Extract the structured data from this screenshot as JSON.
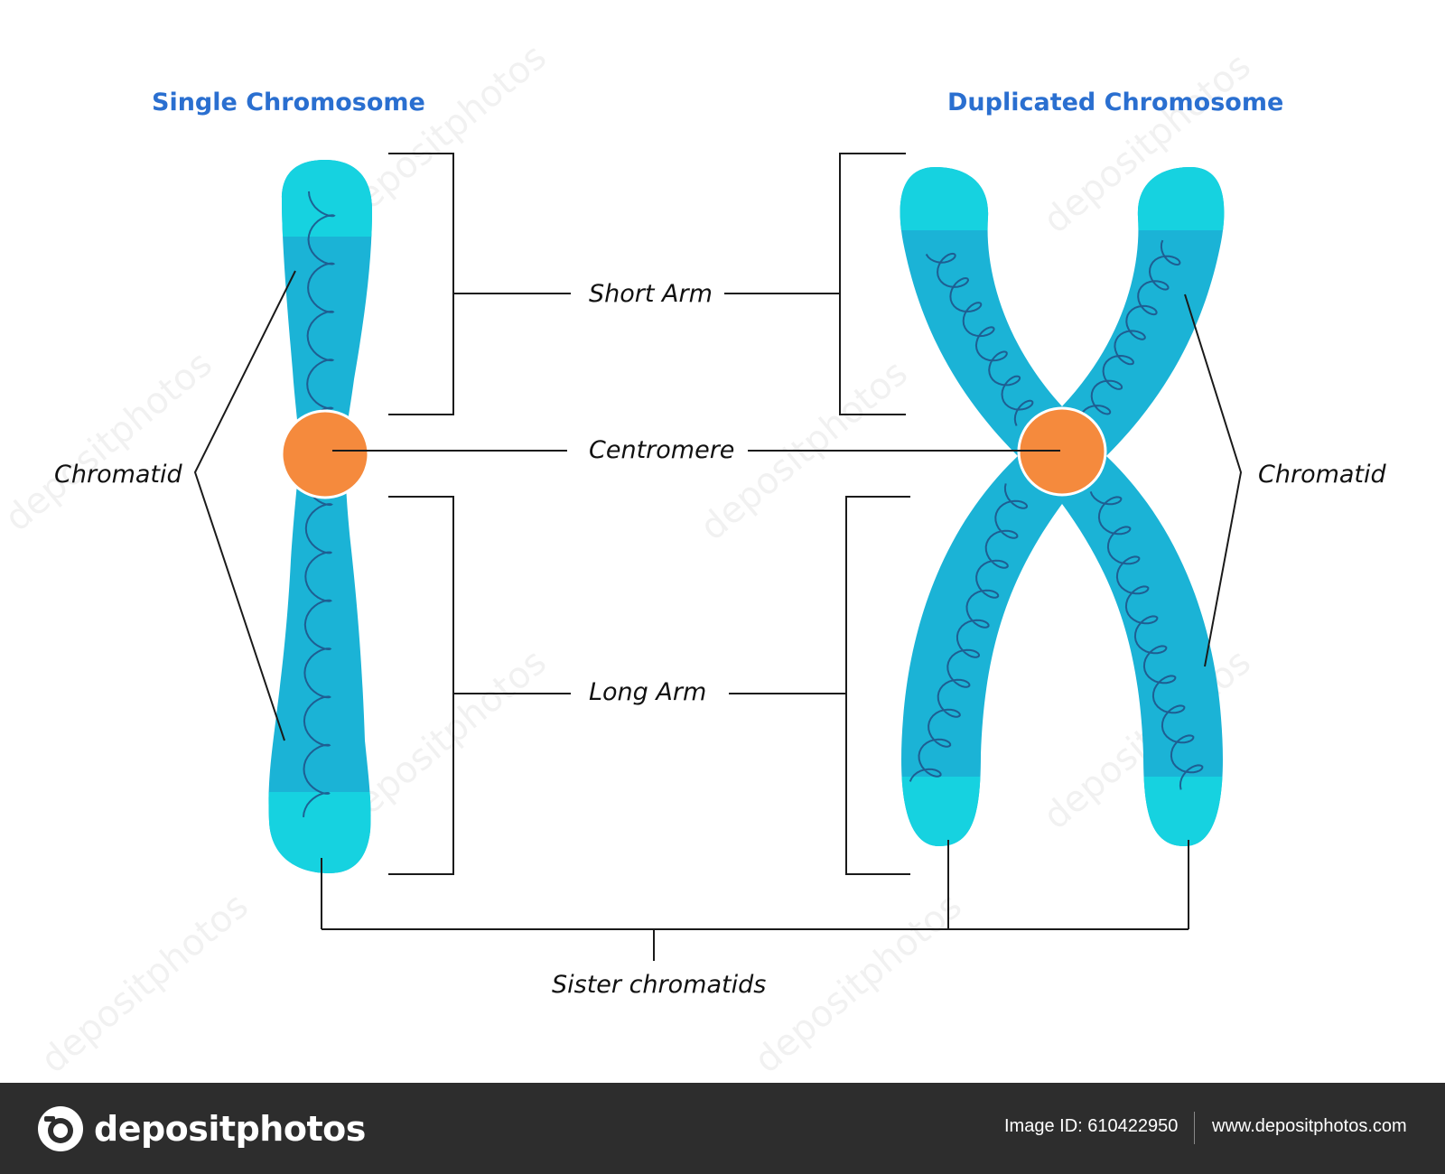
{
  "titles": {
    "single": "Single Chromosome",
    "duplicated": "Duplicated Chromosome"
  },
  "labels": {
    "short_arm": "Short Arm",
    "centromere": "Centromere",
    "long_arm": "Long Arm",
    "chromatid_left": "Chromatid",
    "chromatid_right": "Chromatid",
    "sister_chromatids": "Sister chromatids"
  },
  "watermark": "depositphotos",
  "colors": {
    "chromosome_body": "#1bb3d6",
    "chromosome_tip": "#16d2e0",
    "centromere": "#f58a3d",
    "title": "#2a6fd0",
    "footer": "#2d2d2d"
  },
  "footer": {
    "brand": "depositphotos",
    "image_id": "Image ID: 610422950",
    "url": "www.depositphotos.com"
  }
}
